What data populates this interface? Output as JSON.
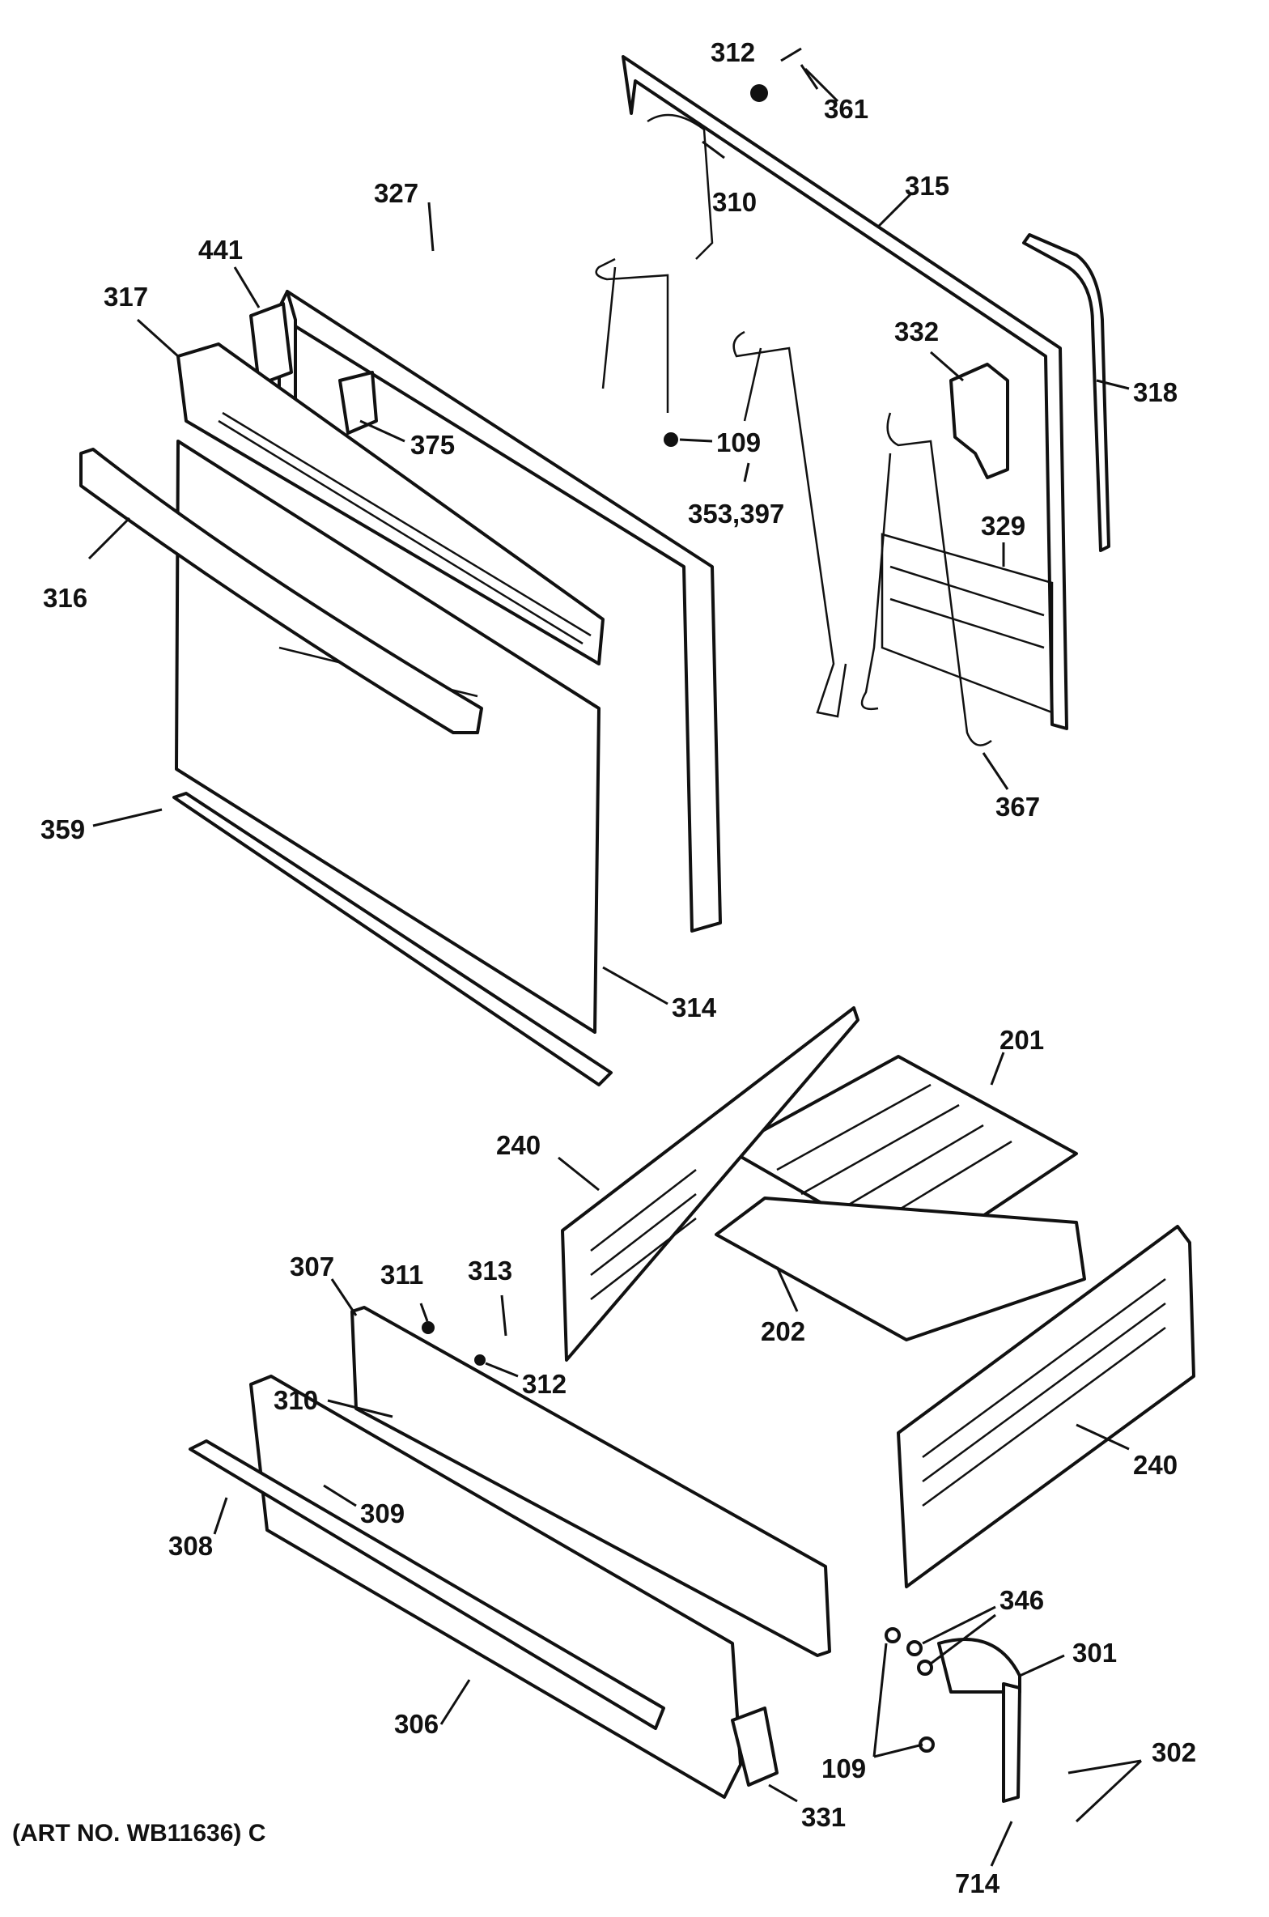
{
  "diagram": {
    "labels": {
      "p312_top": "312",
      "p361": "361",
      "p310_top": "310",
      "p315": "315",
      "p327": "327",
      "p441": "441",
      "p317": "317",
      "p332": "332",
      "p318": "318",
      "p375": "375",
      "p109_top": "109",
      "p353_397": "353,397",
      "p316": "316",
      "p329": "329",
      "p367": "367",
      "p359": "359",
      "p314": "314",
      "p201": "201",
      "p240_left": "240",
      "p307": "307",
      "p311": "311",
      "p313": "313",
      "p202": "202",
      "p312_bottom": "312",
      "p310_bottom": "310",
      "p240_right": "240",
      "p309": "309",
      "p308": "308",
      "p346": "346",
      "p301": "301",
      "p306": "306",
      "p302": "302",
      "p109_bottom": "109",
      "p331": "331",
      "p714": "714"
    },
    "art_number": "(ART NO. WB11636) C"
  }
}
